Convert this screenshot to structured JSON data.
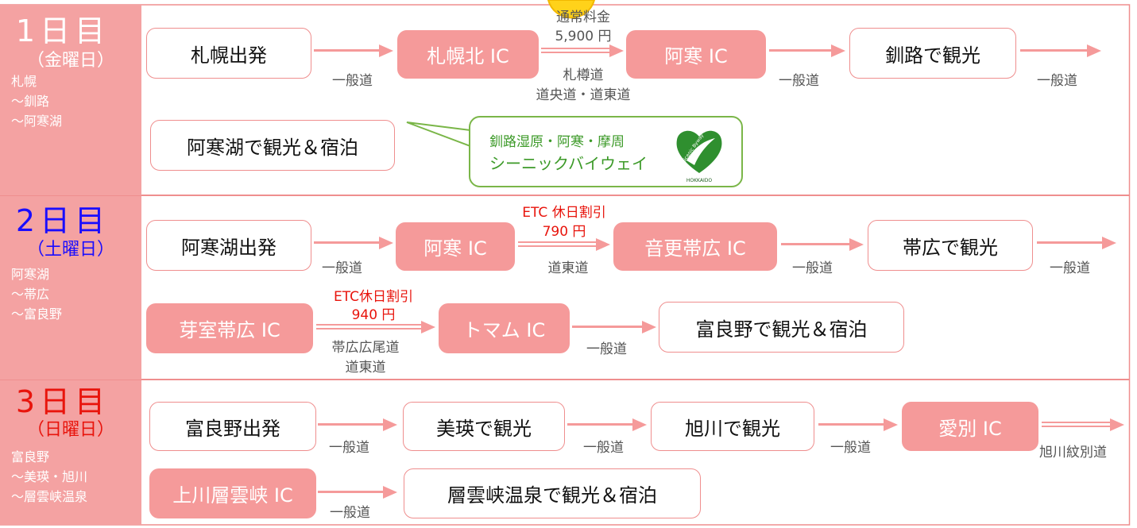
{
  "days": [
    {
      "title": "1日目",
      "weekday": "（金曜日）",
      "route": [
        "札幌",
        "～釧路",
        "～阿寒湖"
      ],
      "title_color": "#ffffff",
      "weekday_color": "#ffffff"
    },
    {
      "title": "2日目",
      "weekday": "（土曜日）",
      "route": [
        "阿寒湖",
        "～帯広",
        "～富良野"
      ],
      "title_color": "#1a0dff",
      "weekday_color": "#1a0dff"
    },
    {
      "title": "3日目",
      "weekday": "（日曜日）",
      "route": [
        "富良野",
        "～美瑛・旭川",
        "～層雲峡温泉"
      ],
      "title_color": "#e8140c",
      "weekday_color": "#e8140c"
    }
  ],
  "day1": {
    "nodes": [
      "札幌出発",
      "札幌北 IC",
      "阿寒 IC",
      "釧路で観光",
      "阿寒湖で観光＆宿泊"
    ],
    "labels": {
      "road1": "一般道",
      "fare_title": "通常料金",
      "fare": "5,900 円",
      "hw1": "札樽道",
      "hw2": "道央道・道東道",
      "road2": "一般道",
      "road3": "一般道"
    },
    "scenic_byway": {
      "line1": "釧路湿原・阿寒・摩周",
      "line2": "シーニックバイウェイ",
      "logo_text": "Scenic Byway",
      "logo_sub": "HOKKAIDO"
    }
  },
  "day2": {
    "nodes": [
      "阿寒湖出発",
      "阿寒 IC",
      "音更帯広 IC",
      "帯広で観光",
      "芽室帯広 IC",
      "トマム IC",
      "富良野で観光＆宿泊"
    ],
    "labels": {
      "road1": "一般道",
      "etc1_title": "ETC 休日割引",
      "etc1_fare": "790 円",
      "hw1": "道東道",
      "road2": "一般道",
      "road3": "一般道",
      "etc2_title": "ETC休日割引",
      "etc2_fare": "940 円",
      "hw2a": "帯広広尾道",
      "hw2b": "道東道",
      "road4": "一般道"
    }
  },
  "day3": {
    "nodes": [
      "富良野出発",
      "美瑛で観光",
      "旭川で観光",
      "愛別 IC",
      "上川層雲峡 IC",
      "層雲峡温泉で観光＆宿泊"
    ],
    "labels": {
      "road1": "一般道",
      "road2": "一般道",
      "road3": "一般道",
      "hw1": "旭川紋別道",
      "road4": "一般道"
    }
  },
  "colors": {
    "panel": "#f4a2a2",
    "box_pink": "#f59a9a",
    "border": "#ef8e8e",
    "scenic_green": "#3c9a28",
    "etc_red": "#e8140c",
    "sun_yellow": "#ffd21a"
  }
}
